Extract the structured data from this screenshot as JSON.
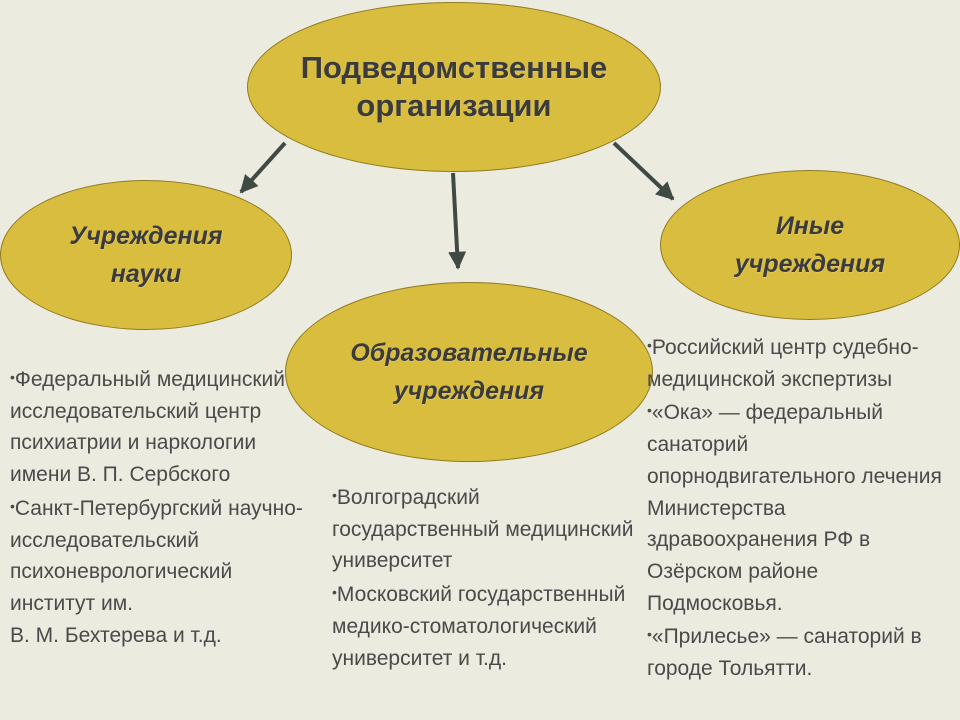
{
  "center": {
    "label": "Подведомственные организации"
  },
  "nodes": {
    "science": {
      "label": "Учреждения науки"
    },
    "education": {
      "label": "Образовательные учреждения"
    },
    "other": {
      "label": "Иные учреждения"
    }
  },
  "lists": {
    "science": [
      "Федеральный медицинский исследовательский центр психиатрии и наркологии имени В. П. Сербского",
      "Санкт-Петербургский научно-исследовательский психоневрологический институт им.",
      "В. М. Бехтерева и т.д."
    ],
    "education": [
      "Волгоградский государственный медицинский университет",
      "Московский государственный медико-стоматологический университет и т.д."
    ],
    "other": [
      "Российский центр судебно-медицинской экспертизы",
      "«Ока» — федеральный санаторий опорнодвигательного лечения Министерства здравоохранения РФ в Озёрском районе Подмосковья.",
      "«Прилесье» — санаторий в городе Тольятти."
    ]
  },
  "colors": {
    "ellipse_fill": "#d9bd3f",
    "ellipse_border": "#8f7a1f",
    "background": "#ecebe0",
    "arrow": "#3f4a44"
  }
}
